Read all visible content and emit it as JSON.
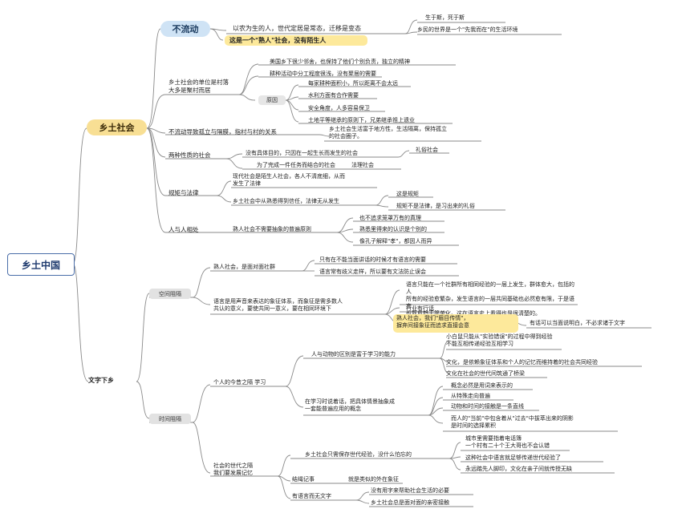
{
  "root": "乡土中国",
  "b1": {
    "label": "乡土社会",
    "c1": {
      "label": "不流动",
      "s1": "以农为生的人，世代定居是常态，迁移是变态",
      "s1a": "生于斯，死于斯",
      "s1b": "乡民的世界是一个\"先我而在\"的生活环境",
      "s2": "这是一个\"熟人\"社会，没有陌生人"
    },
    "c2": {
      "label": "乡土社会的单位是村落\n大多是聚村而居",
      "a": "美国乡下很少邻舍，也保持了他们个别负责，独立的精神",
      "b": "耕种活动中分工程度很浅，没有聚居的需要",
      "reason": "原因",
      "r1": "每家耕种面积小，所以距离不会太远",
      "r2": "水利方面有合作需要",
      "r3": "安全角度，人多容易保卫",
      "r4": "土地平等继承的原则下，兄弟继承祖上遗业"
    },
    "c3": {
      "label": "不流动导致孤立与隔膜，指村与村的关系",
      "a": "乡土社会生活富于地方性，生活隔离，保持孤立\n的社会圈子。"
    },
    "c4": {
      "label": "两种性质的社会",
      "a": "没有具体目的，只因在一起生长而发生的社会",
      "a1": "礼俗社会",
      "b": "为了完成一件任务而结合的社会",
      "b1": "法理社会"
    },
    "c5": {
      "label": "规矩与法律",
      "a": "现代社会是陌生人社会，各人不清底细，从而\n发生了法律",
      "b": "乡土社会中从熟悉得到信任，法律无从发生",
      "b1": "这是规矩",
      "b2": "规矩不是法律，是习出来的礼俗"
    },
    "c6": {
      "label": "人与人相处",
      "a": "熟人社会不需要抽象的普遍原则",
      "a1": "也不追求笼罩万有的真理",
      "a2": "熟悉里得来的认识是个别的",
      "a3": "像孔子解释\"孝\"，都因人而异"
    }
  },
  "b2": {
    "label": "文字下乡",
    "c1": {
      "label": "空间阻隔",
      "a": "熟人社会，是面对面社群",
      "a1": "只有在不能当面讲话的时候才有语言的需要",
      "a2": "语言常有歧义走样，所以要有文法防止误会",
      "b": "语言是用声音来表达的象征体系，而象征是需多数人\n共认的意义，要使共同一意义，要在相同环境下",
      "b1": "语言只能在一个社群所有相同经验的一层上发生，群体愈大，包括的人\n所有的经验愈繁杂，发生语言的一层共同基础也必然愈有限，于是语言\n也就愈趋于简单化。这在语言史上看得也是很清楚的。",
      "b2": "行业有行话",
      "b3": "熟人社会，我们\"眉目传情\"，\n摒弃间接象征而追求直接会意",
      "b3a": "有话可以当面说明白，不必求诸于文字"
    },
    "c2": {
      "label": "时间阻隔",
      "a": "个人的今昔之隔  学习",
      "a1": "人与动物的区别是富于学习的能力",
      "a1a": "小白鼠只能从\"实验错误\"的过程中得到经验\n不能互相传递经验互相学习",
      "a1b": "文化，是依赖象征体系和个人的记忆而维持着的社会共同经验",
      "a1c": "文化在社会的世代间筑通了桥梁",
      "a2": "在学习时说着话，把具体情景抽象成\n一套能普遍应用的概念",
      "a2a": "概念必然是用词来表示的",
      "a2b": "从特殊走向普遍",
      "a2c": "动物和时间的接触是一条直线",
      "a2d": "而人的\"当前\"中包含着从\"过去\"中拔萃出来的阴影\n是时间的选择累积",
      "b": "社会的世代之隔\n我们要发展记忆",
      "b1": "乡土社会只需保存世代经验，没什么怕忘的",
      "b1a": "城市里需要指着电话簿\n一个村有二十个王大哥也不会认错",
      "b1b": "这种社会中语言就足够传递世代经验了",
      "b1c": "永远踏先人脚印，文化在亲子间就传授无缺",
      "b2": "结绳记事",
      "b2a": "就是类似的外在象征",
      "b3": "有语言而无文字",
      "b3a": "没有用字来帮助社会生活的必要",
      "b3b": "乡土社会总是面对面的亲密接触"
    }
  }
}
